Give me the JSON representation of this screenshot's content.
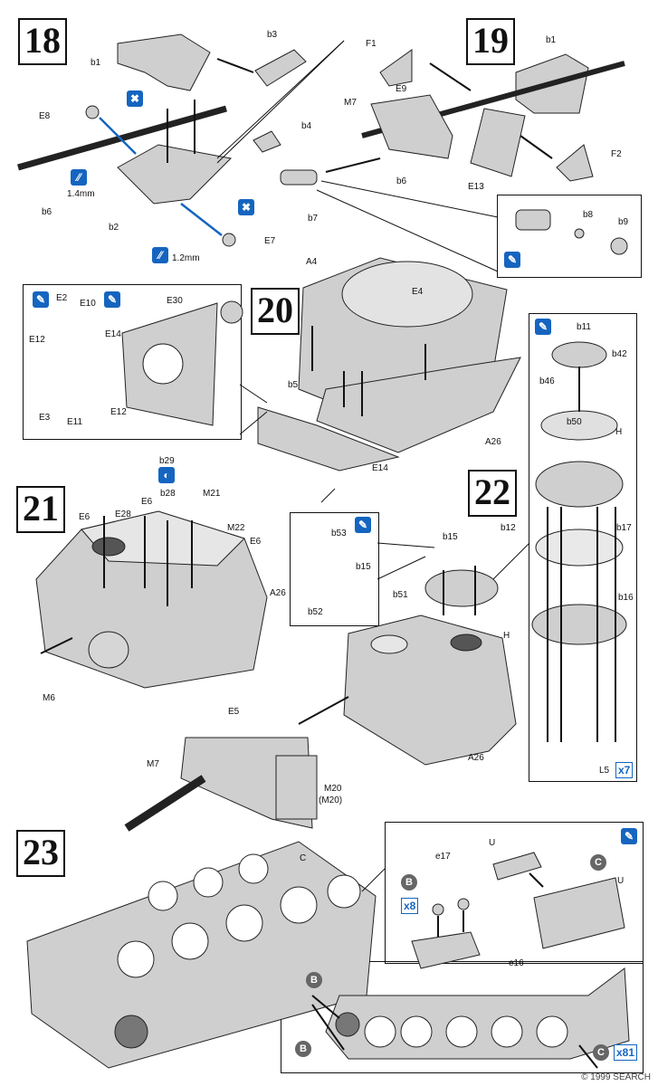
{
  "steps": [
    "18",
    "19",
    "20",
    "21",
    "22",
    "23"
  ],
  "step18": {
    "labels": [
      "b1",
      "b3",
      "E8",
      "b4",
      "b6",
      "b2",
      "E7"
    ],
    "dims": [
      "1.4mm",
      "1.2mm"
    ]
  },
  "step19": {
    "labels": [
      "F1",
      "b1",
      "E9",
      "M7",
      "b6",
      "E13",
      "F2",
      "b7",
      "b8",
      "b9"
    ]
  },
  "step20": {
    "labels": [
      "A4",
      "E4",
      "b5",
      "A26",
      "E14",
      "E30",
      "E14",
      "E12",
      "E2",
      "E10",
      "E12",
      "E3",
      "E11"
    ]
  },
  "step21": {
    "labels": [
      "b29",
      "b28",
      "M21",
      "E6",
      "E28",
      "E6",
      "M22",
      "E6",
      "A26",
      "M6",
      "E5"
    ]
  },
  "step22": {
    "labels": [
      "b11",
      "b42",
      "b46",
      "b50",
      "H",
      "b17",
      "b16",
      "L5",
      "b53",
      "b15",
      "b12",
      "b51",
      "b52",
      "b15",
      "H",
      "A26",
      "M7",
      "M20",
      "(M20)"
    ],
    "qty": "x7"
  },
  "step23": {
    "labels": [
      "C",
      "e17",
      "U",
      "U",
      "e16"
    ],
    "qty1": "x8",
    "qty2": "x81",
    "runner_b": "B",
    "runner_c": "C"
  },
  "watermark": "© 1999 SEARCH",
  "colors": {
    "blue": "#1565c0",
    "part_gray": "#c9c9c9",
    "line": "#111111"
  }
}
